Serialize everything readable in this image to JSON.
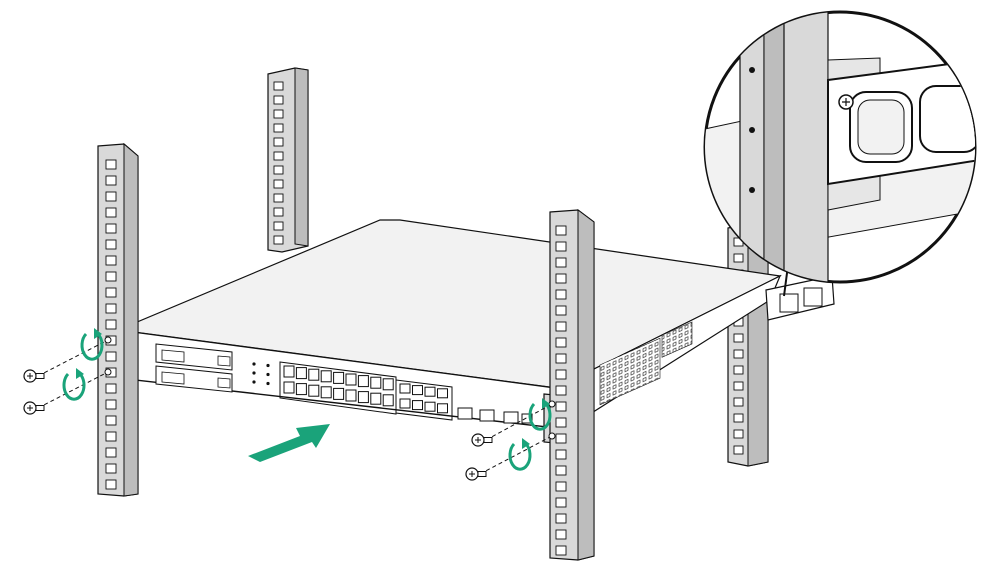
{
  "diagram": {
    "colors": {
      "rail_fill": "#d9d9d9",
      "rail_shade": "#bdbdbd",
      "device_fill": "#ffffff",
      "device_top": "#f2f2f2",
      "line": "#111111",
      "accent": "#1aa37a"
    },
    "icons": [
      "screw-icon",
      "rotate-arrow-icon",
      "insert-arrow-icon",
      "magnifier-icon"
    ],
    "ports": {
      "rj45_rows": 2,
      "rj45_cols": 9,
      "sfp_rows": 2,
      "sfp_cols": 4
    },
    "screw_count": 4
  }
}
